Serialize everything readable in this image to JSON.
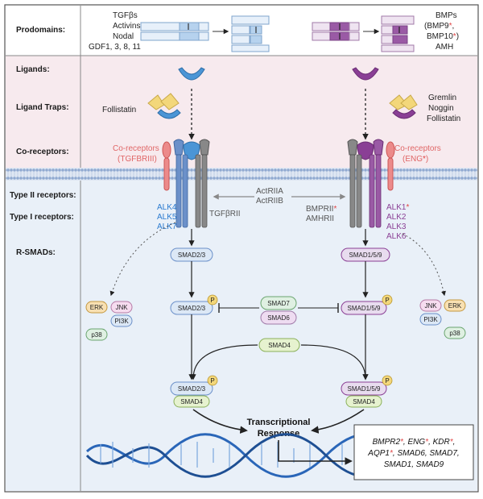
{
  "row_labels": {
    "prodomains": "Prodomains:",
    "ligands": "Ligands:",
    "ligand_traps": "Ligand Traps:",
    "co_receptors": "Co-receptors:",
    "type_ii": "Type II receptors:",
    "type_i": "Type I receptors:",
    "r_smads": "R-SMADs:"
  },
  "left": {
    "prodomain_lines": [
      "TGFβs",
      "Activins",
      "Nodal",
      "GDF1, 3, 8, 11"
    ],
    "trap": "Follistatin",
    "coreceptor_line1": "Co-receptors",
    "coreceptor_line2": "(TGFBRIII)",
    "type_i": [
      "ALK4",
      "ALK5",
      "ALK7"
    ],
    "type_ii": "TGFβRII",
    "smad_unphos": "SMAD2/3",
    "smad_phos": "SMAD2/3",
    "smad4": "SMAD4",
    "kinases": {
      "erk": "ERK",
      "jnk": "JNK",
      "pi3k": "PI3K",
      "p38": "p38"
    }
  },
  "right": {
    "prodomain_l1": "BMPs",
    "prodomain_l2a": "(BMP9",
    "prodomain_l2b": ",",
    "prodomain_l3a": "BMP10",
    "prodomain_l3b": ")",
    "prodomain_l4": "AMH",
    "trap_lines": [
      "Gremlin",
      "Noggin",
      "Follistatin"
    ],
    "coreceptor_line1": "Co-receptors",
    "coreceptor_line2a": "(ENG",
    "coreceptor_line2b": ")",
    "type_ii_line1": "BMPRII",
    "type_ii_line2": "AMHRII",
    "type_i": [
      "ALK1",
      "ALK2",
      "ALK3",
      "ALK6"
    ],
    "smad_unphos": "SMAD1/5/9",
    "smad_phos": "SMAD1/5/9",
    "smad4": "SMAD4",
    "kinases": {
      "jnk": "JNK",
      "erk": "ERK",
      "pi3k": "PI3K",
      "p38": "p38"
    }
  },
  "center": {
    "actrii_line1": "ActRIIA",
    "actrii_line2": "ActRIIB",
    "smad7": "SMAD7",
    "smad6": "SMAD6",
    "smad4": "SMAD4",
    "transcription_line1": "Transcriptional",
    "transcription_line2": "Response",
    "phospho": "P",
    "asterisk": "*"
  },
  "genes": {
    "line1": [
      "BMPR2",
      "*",
      ", ",
      "ENG",
      "*",
      ", ",
      "KDR",
      "*",
      ","
    ],
    "line2": [
      "AQP1",
      "*",
      ", SMAD6, SMAD7,"
    ],
    "line3": "SMAD1, SMAD9"
  },
  "colors": {
    "blue": "#2b7bd0",
    "purple": "#8a3f95",
    "red": "#e04444",
    "membrane": "#9db7da"
  }
}
